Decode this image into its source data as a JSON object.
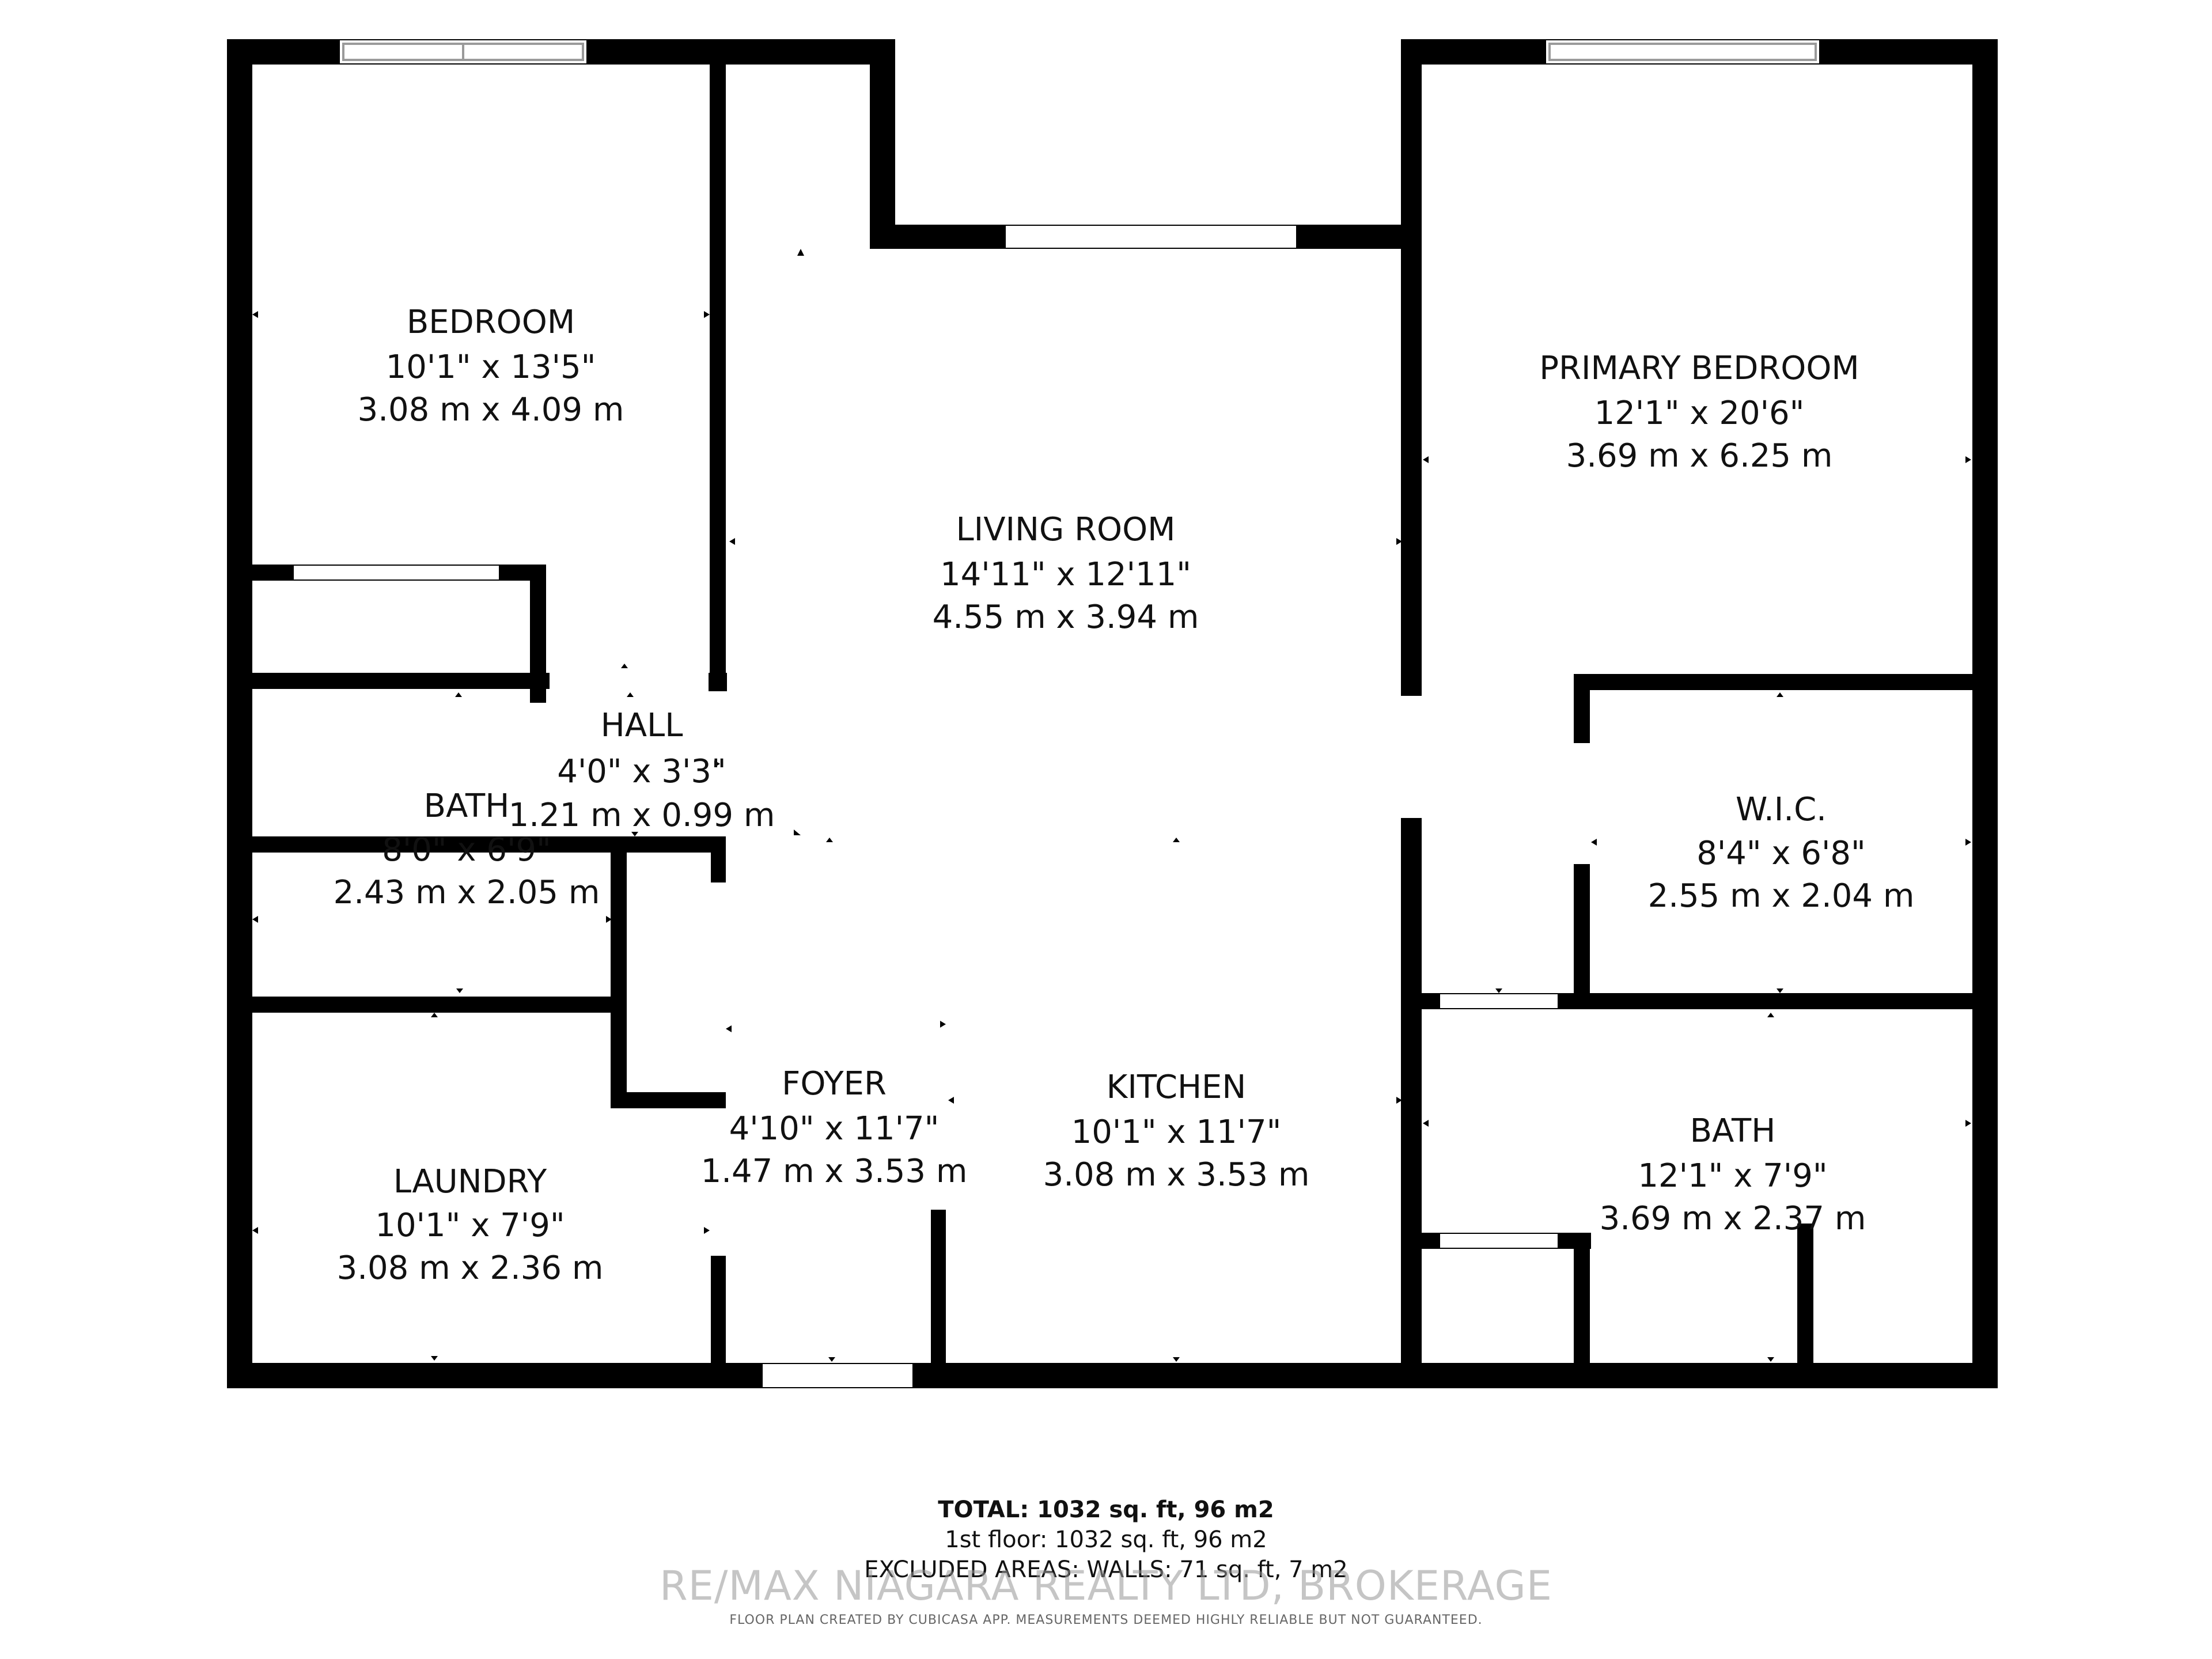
{
  "rooms": {
    "bedroom": {
      "name": "BEDROOM",
      "imperial": "10'1\" x 13'5\"",
      "metric": "3.08 m x 4.09 m"
    },
    "living_room": {
      "name": "LIVING ROOM",
      "imperial": "14'11\" x 12'11\"",
      "metric": "4.55 m x 3.94 m"
    },
    "primary_bedroom": {
      "name": "PRIMARY BEDROOM",
      "imperial": "12'1\" x 20'6\"",
      "metric": "3.69 m x 6.25 m"
    },
    "hall": {
      "name": "HALL",
      "imperial": "4'0\" x 3'3\"",
      "metric": "1.21 m x 0.99 m"
    },
    "bath_left": {
      "name": "BATH",
      "imperial": "8'0\" x 6'9\"",
      "metric": "2.43 m x 2.05 m"
    },
    "wic": {
      "name": "W.I.C.",
      "imperial": "8'4\" x 6'8\"",
      "metric": "2.55 m x 2.04 m"
    },
    "foyer": {
      "name": "FOYER",
      "imperial": "4'10\" x 11'7\"",
      "metric": "1.47 m x 3.53 m"
    },
    "kitchen": {
      "name": "KITCHEN",
      "imperial": "10'1\" x 11'7\"",
      "metric": "3.08 m x 3.53 m"
    },
    "bath_right": {
      "name": "BATH",
      "imperial": "12'1\" x 7'9\"",
      "metric": "3.69 m x 2.37 m"
    },
    "laundry": {
      "name": "LAUNDRY",
      "imperial": "10'1\" x 7'9\"",
      "metric": "3.08 m x 2.36 m"
    }
  },
  "summary": {
    "total": "TOTAL: 1032 sq. ft, 96 m2",
    "first_floor": "1st floor: 1032 sq. ft, 96 m2",
    "excluded": "EXCLUDED AREAS: WALLS: 71 sq. ft, 7 m2"
  },
  "watermark": "RE/MAX NIAGARA REALTY LTD, BROKERAGE",
  "disclaimer": "FLOOR PLAN CREATED BY CUBICASA APP. MEASUREMENTS DEEMED HIGHLY RELIABLE BUT NOT GUARANTEED.",
  "colors": {
    "wall": "#000000",
    "background": "#ffffff"
  }
}
